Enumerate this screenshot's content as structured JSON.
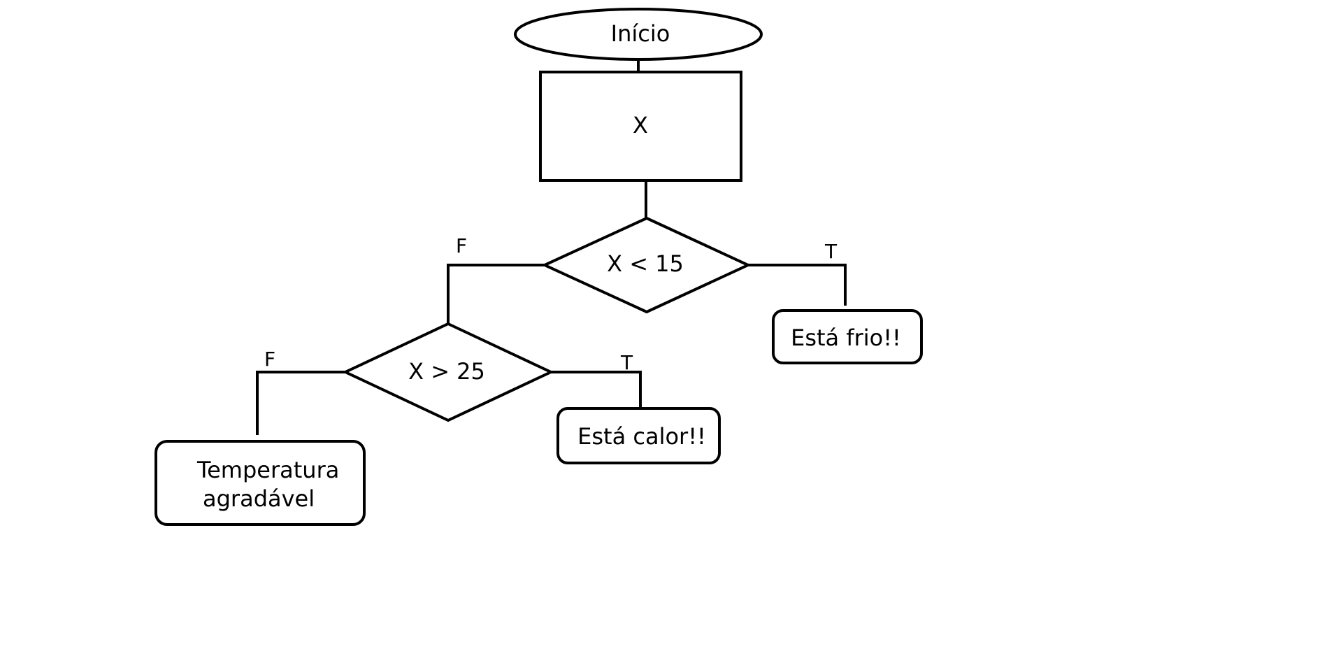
{
  "flowchart": {
    "start": {
      "label": "Início"
    },
    "input": {
      "label": "X"
    },
    "decision_1": {
      "label": "X < 15",
      "true_label": "T",
      "false_label": "F"
    },
    "decision_2": {
      "label": "X > 25",
      "true_label": "T",
      "false_label": "F"
    },
    "output_cold": {
      "label": "Está frio!!"
    },
    "output_hot": {
      "label": "Está calor!!"
    },
    "output_pleasant": {
      "line1": "Temperatura",
      "line2": "agradável"
    }
  },
  "colors": {
    "stroke": "#000000",
    "fill": "#ffffff",
    "text": "#000000"
  }
}
